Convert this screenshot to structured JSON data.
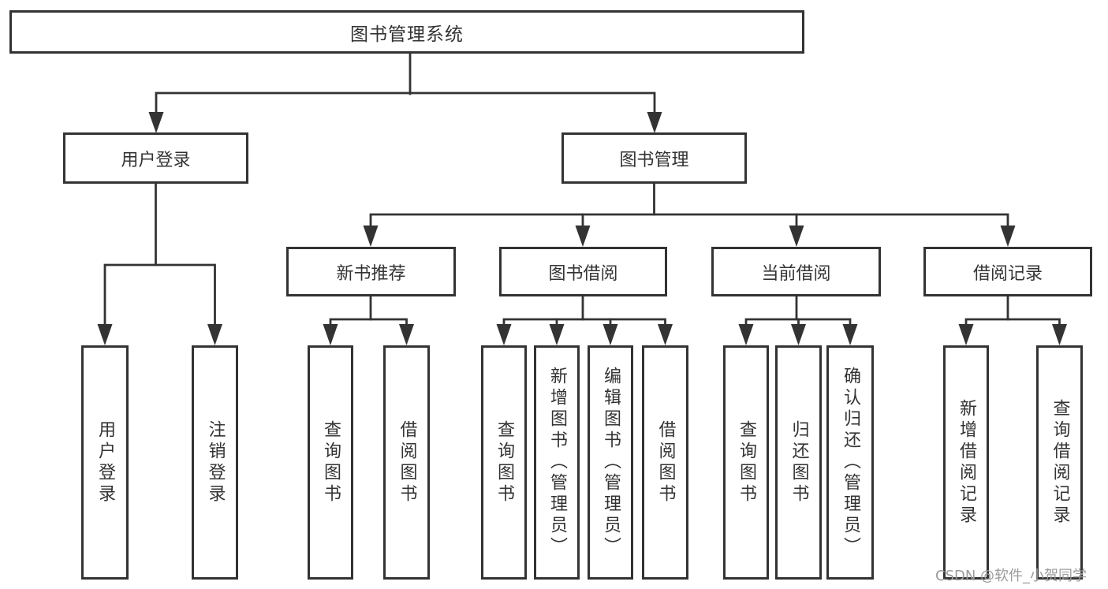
{
  "tree": {
    "root": {
      "label": "图书管理系统",
      "children": [
        {
          "label": "用户登录",
          "children": [
            {
              "label": "用户登录"
            },
            {
              "label": "注销登录"
            }
          ]
        },
        {
          "label": "图书管理",
          "children": [
            {
              "label": "新书推荐",
              "children": [
                {
                  "label": "查询图书"
                },
                {
                  "label": "借阅图书"
                }
              ]
            },
            {
              "label": "图书借阅",
              "children": [
                {
                  "label": "查询图书"
                },
                {
                  "label": "新增图书（管理员）"
                },
                {
                  "label": "编辑图书（管理员）"
                },
                {
                  "label": "借阅图书"
                }
              ]
            },
            {
              "label": "当前借阅",
              "children": [
                {
                  "label": "查询图书"
                },
                {
                  "label": "归还图书"
                },
                {
                  "label": "确认归还（管理员）"
                }
              ]
            },
            {
              "label": "借阅记录",
              "children": [
                {
                  "label": "新增借阅记录"
                },
                {
                  "label": "查询借阅记录"
                }
              ]
            }
          ]
        }
      ]
    }
  },
  "watermark": {
    "text": "CSDN @软件_小贺同学"
  },
  "colors": {
    "line": "#333333",
    "text": "#333333",
    "box_fill": "#ffffff",
    "watermark": "#9b9b9b"
  }
}
